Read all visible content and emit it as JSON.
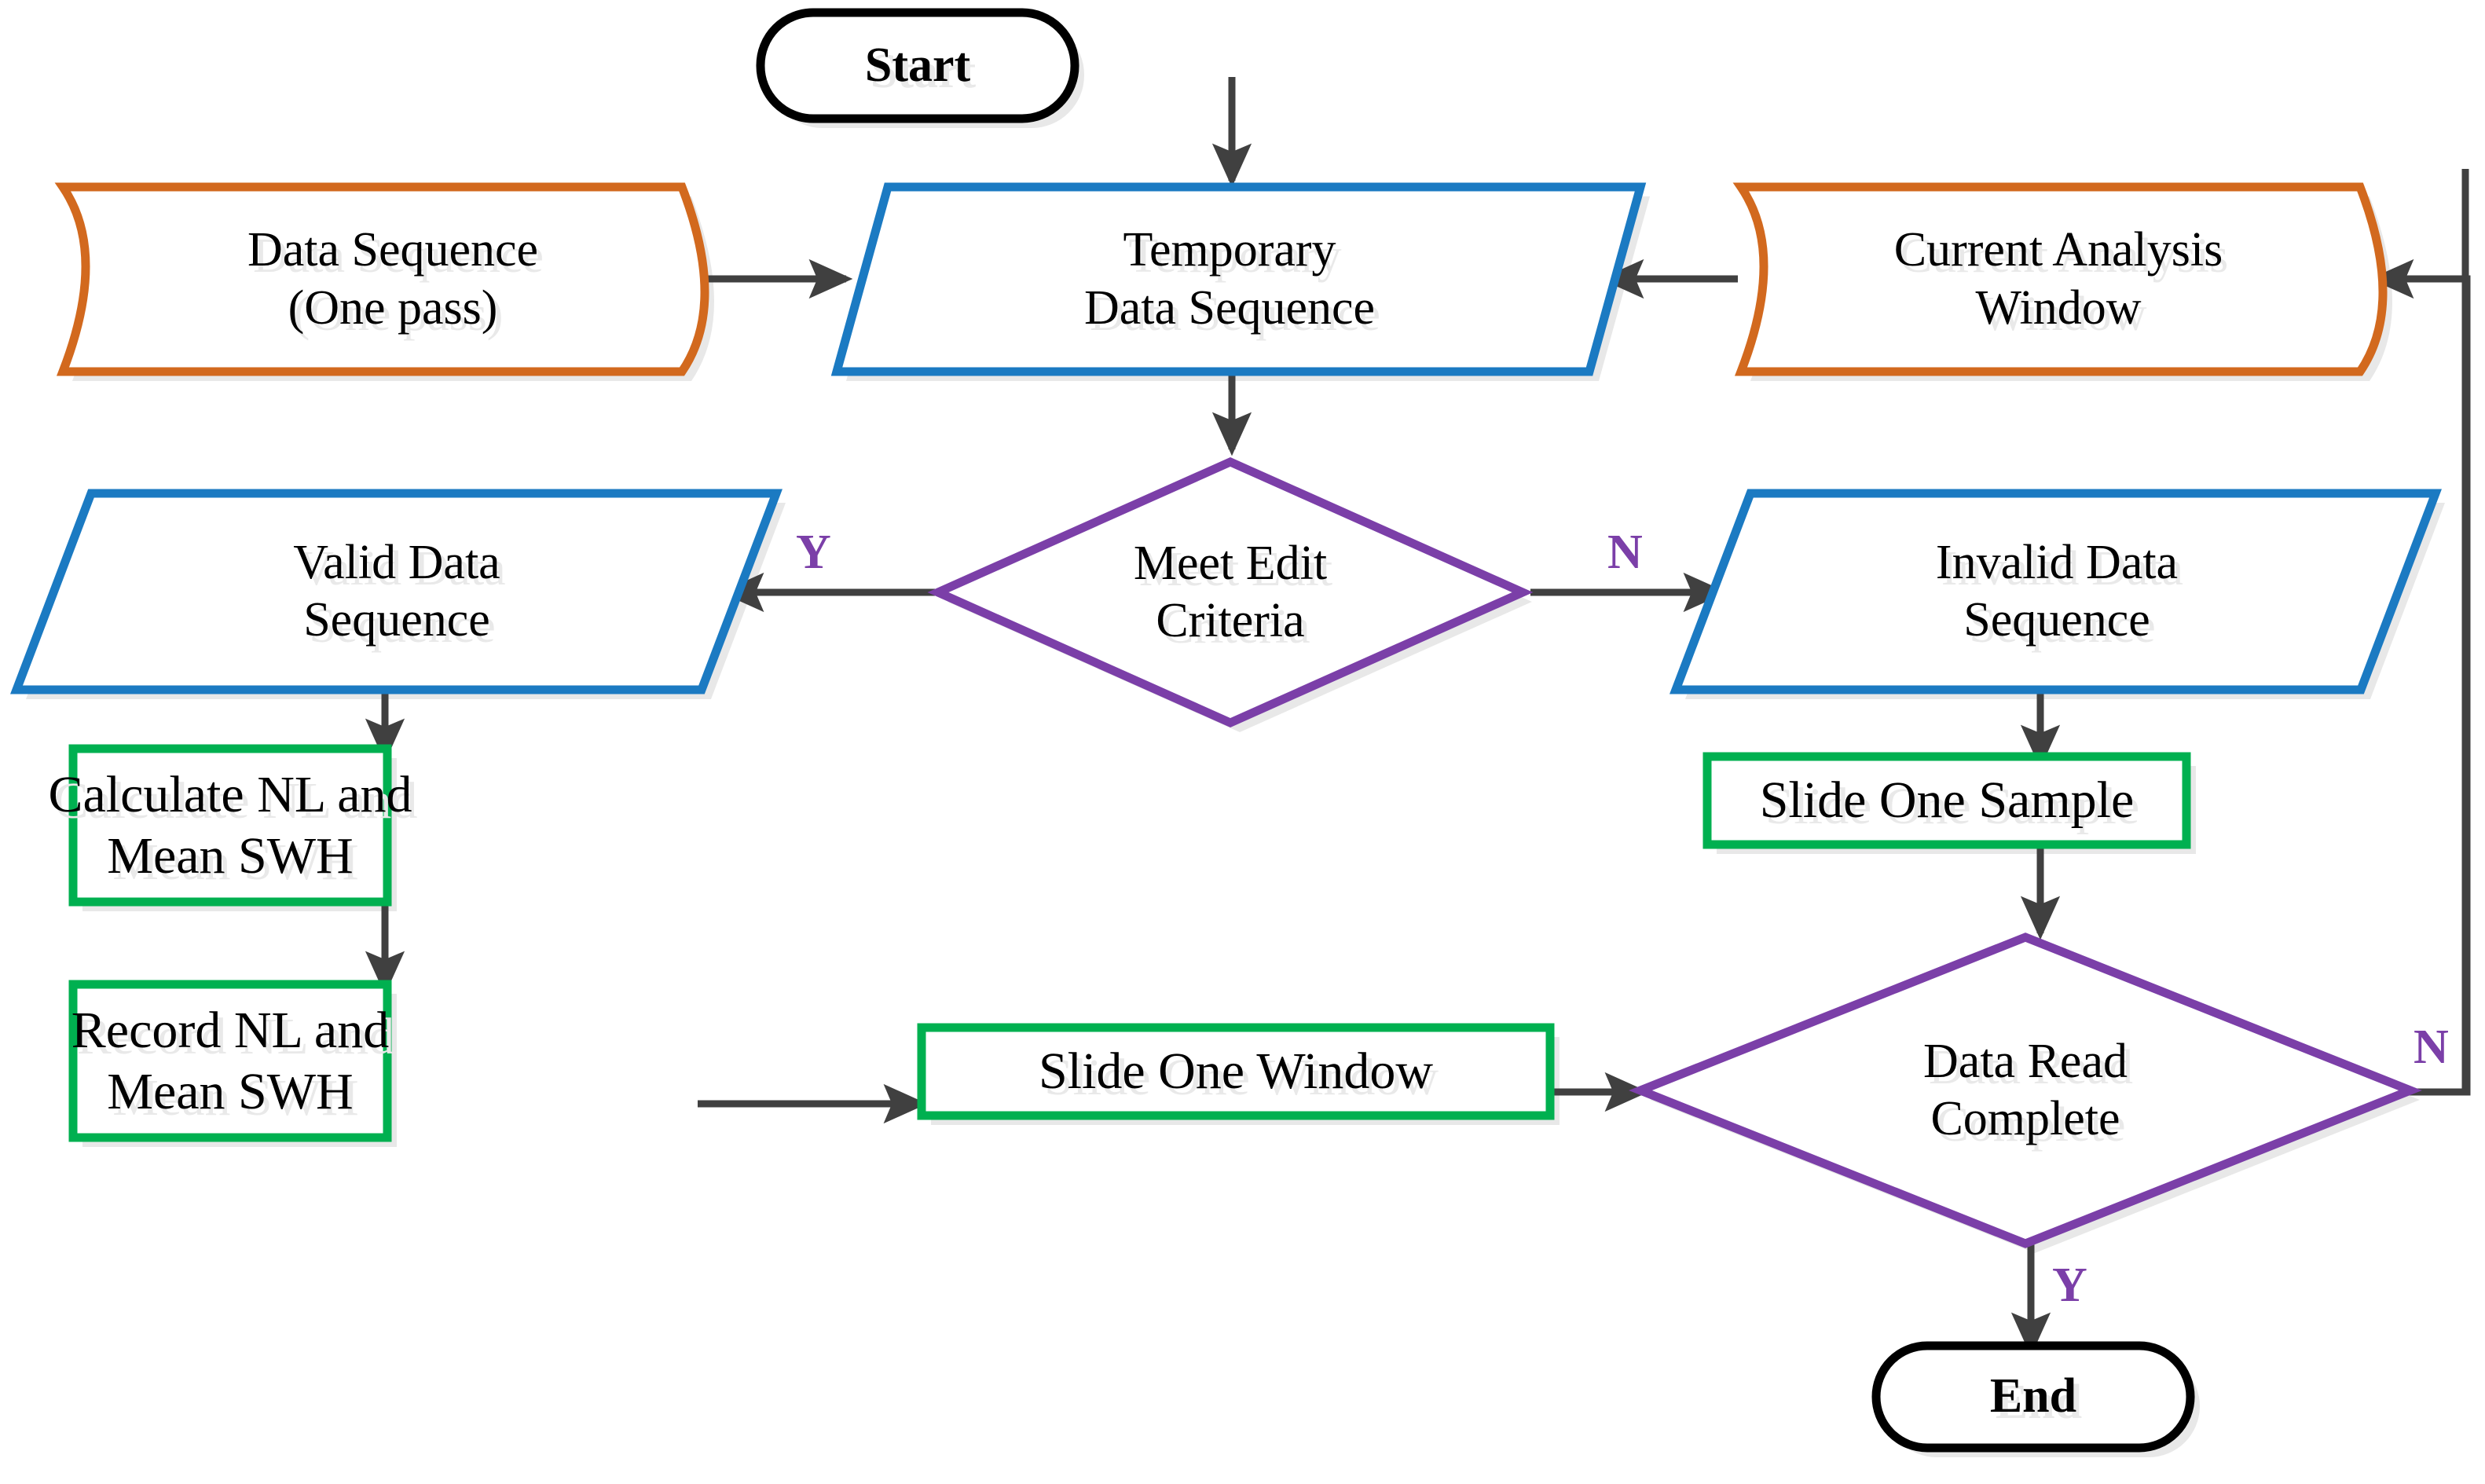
{
  "diagram": {
    "title": "Data Editing and Sliding Window Processing Flowchart",
    "type": "flowchart",
    "palette": {
      "terminator_border": "#000000",
      "stored_data_border": "#D2691E",
      "parallelogram_border": "#1B7AC2",
      "process_border": "#00B050",
      "decision_border": "#7B3FA8",
      "connector": "#404040",
      "shadow": "#E8E8E8",
      "background": "#FFFFFF",
      "text": "#000000",
      "branch_label": "#7B3FA8"
    },
    "nodes": [
      {
        "id": "start",
        "shape": "terminator",
        "label": "Start"
      },
      {
        "id": "data_seq",
        "shape": "stored-data",
        "label": "Data Sequence\n(One pass)"
      },
      {
        "id": "temp_seq",
        "shape": "parallelogram",
        "label": "Temporary\nData Sequence"
      },
      {
        "id": "cur_window",
        "shape": "stored-data",
        "label": "Current Analysis\nWindow"
      },
      {
        "id": "meet_edit",
        "shape": "decision",
        "label": "Meet Edit\nCriteria"
      },
      {
        "id": "valid_seq",
        "shape": "parallelogram",
        "label": "Valid Data\nSequence"
      },
      {
        "id": "invalid_seq",
        "shape": "parallelogram",
        "label": "Invalid Data\nSequence"
      },
      {
        "id": "calc_nl",
        "shape": "process",
        "label": "Calculate NL and\nMean SWH"
      },
      {
        "id": "record_nl",
        "shape": "process",
        "label": "Record NL and\nMean SWH"
      },
      {
        "id": "slide_sample",
        "shape": "process",
        "label": "Slide One Sample"
      },
      {
        "id": "slide_window",
        "shape": "process",
        "label": "Slide One Window"
      },
      {
        "id": "data_read",
        "shape": "decision",
        "label": "Data Read\nComplete"
      },
      {
        "id": "end",
        "shape": "terminator",
        "label": "End"
      }
    ],
    "edges": [
      {
        "from": "start",
        "to": "temp_seq",
        "label": ""
      },
      {
        "from": "data_seq",
        "to": "temp_seq",
        "label": ""
      },
      {
        "from": "cur_window",
        "to": "temp_seq",
        "label": ""
      },
      {
        "from": "temp_seq",
        "to": "meet_edit",
        "label": ""
      },
      {
        "from": "meet_edit",
        "to": "valid_seq",
        "label": "Y"
      },
      {
        "from": "meet_edit",
        "to": "invalid_seq",
        "label": "N"
      },
      {
        "from": "valid_seq",
        "to": "calc_nl",
        "label": ""
      },
      {
        "from": "calc_nl",
        "to": "record_nl",
        "label": ""
      },
      {
        "from": "record_nl",
        "to": "slide_window",
        "label": ""
      },
      {
        "from": "slide_window",
        "to": "data_read",
        "label": ""
      },
      {
        "from": "invalid_seq",
        "to": "slide_sample",
        "label": ""
      },
      {
        "from": "slide_sample",
        "to": "data_read",
        "label": ""
      },
      {
        "from": "data_read",
        "to": "end",
        "label": "Y"
      },
      {
        "from": "data_read",
        "to": "cur_window",
        "label": "N"
      }
    ],
    "branch_labels": {
      "meet_edit_yes": "Y",
      "meet_edit_no": "N",
      "data_read_yes": "Y",
      "data_read_no": "N"
    }
  }
}
